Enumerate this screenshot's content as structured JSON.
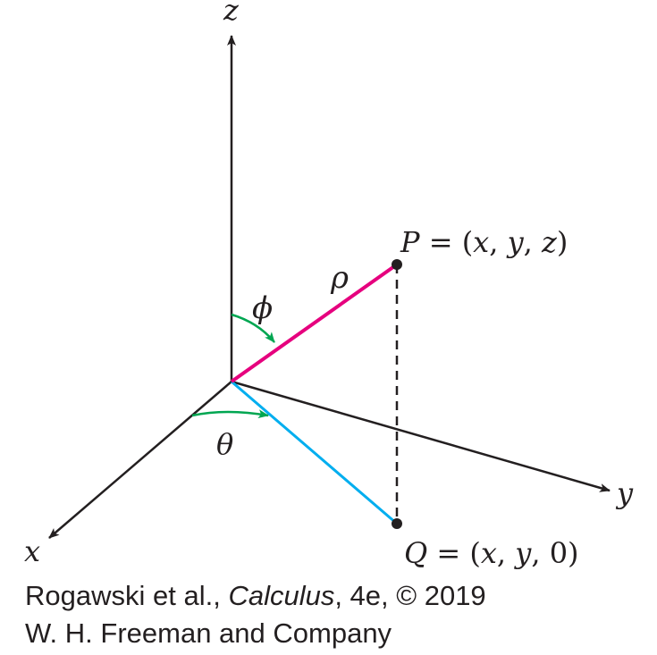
{
  "labels": {
    "z_axis": "z",
    "y_axis": "y",
    "x_axis": "x",
    "phi": "ϕ",
    "rho": "ρ",
    "theta": "θ",
    "point_p": {
      "name": "P",
      "equals": " = (",
      "x": "x",
      "sep1": ", ",
      "y": "y",
      "sep2": ", ",
      "z": "z",
      "close": ")"
    },
    "point_q": {
      "name": "Q",
      "equals": " = (",
      "x": "x",
      "sep1": ", ",
      "y": "y",
      "sep2": ", ",
      "zero": "0",
      "close": ")"
    }
  },
  "credit": {
    "line1_prefix": "Rogawski et al., ",
    "line1_title": "Calculus",
    "line1_suffix": ", 4e, © 2019",
    "line2": "W. H. Freeman and Company"
  },
  "colors": {
    "axes": "#231f20",
    "rho_segment": "#e6007e",
    "projection_segment": "#00aeef",
    "angle_arcs": "#00a651"
  }
}
